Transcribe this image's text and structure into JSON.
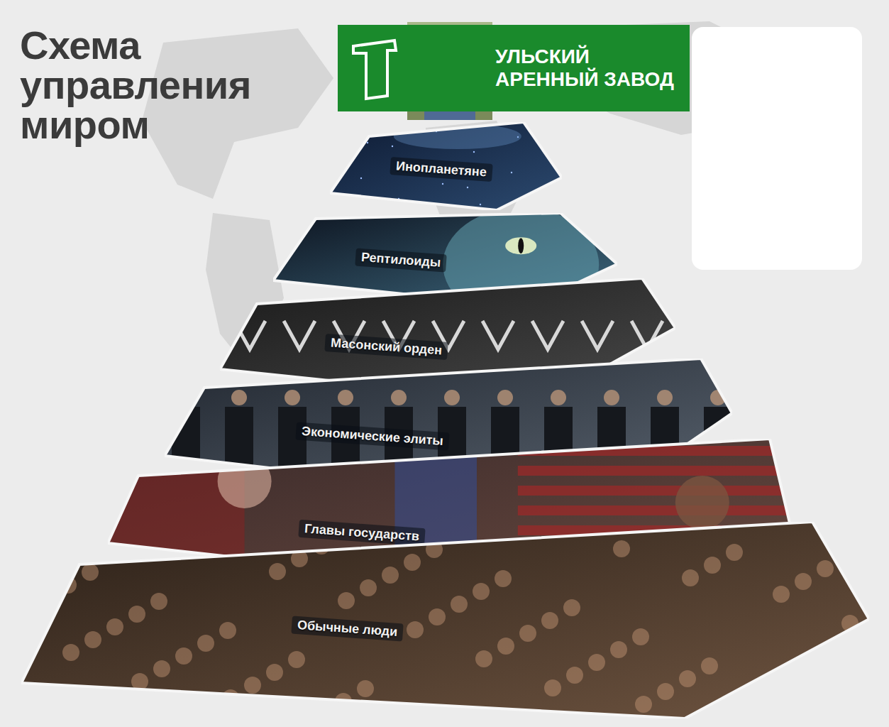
{
  "diagram": {
    "title": "Схема управления миром",
    "nodes": [
      {
        "text": [
          "УЛЬСКИЙ АРЕННЫЙ ЗАВОД"
        ]
      },
      {
        "text": [
          "Инопланетяне"
        ]
      },
      {
        "text": [
          "Рептилоиды"
        ]
      },
      {
        "text": [
          "Масонский орден"
        ]
      },
      {
        "text": [
          "Экономические элиты"
        ]
      },
      {
        "text": [
          "Главы государств"
        ]
      },
      {
        "text": [
          "Обычные люди"
        ]
      }
    ]
  }
}
